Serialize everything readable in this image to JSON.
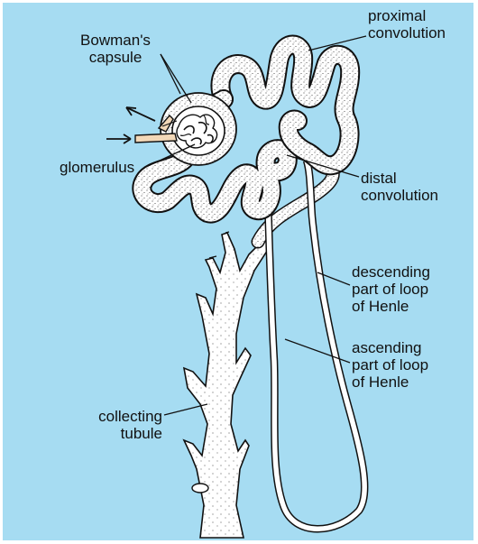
{
  "colors": {
    "background": "#a6dcf2",
    "tissue": "#ffffff",
    "outline": "#111111",
    "stipple": "#1a1a1a",
    "vessel": "#f3d8b8"
  },
  "labels": {
    "bowmans_capsule": "Bowman's\ncapsule",
    "proximal_convolution": "proximal\nconvolution",
    "glomerulus": "glomerulus",
    "distal_convolution": "distal\nconvolution",
    "descending_loop": "descending\npart of loop\nof Henle",
    "ascending_loop": "ascending\npart of loop\nof Henle",
    "collecting_tubule": "collecting\ntubule"
  },
  "icons": [
    "arrow-out-icon",
    "arrow-in-icon"
  ]
}
